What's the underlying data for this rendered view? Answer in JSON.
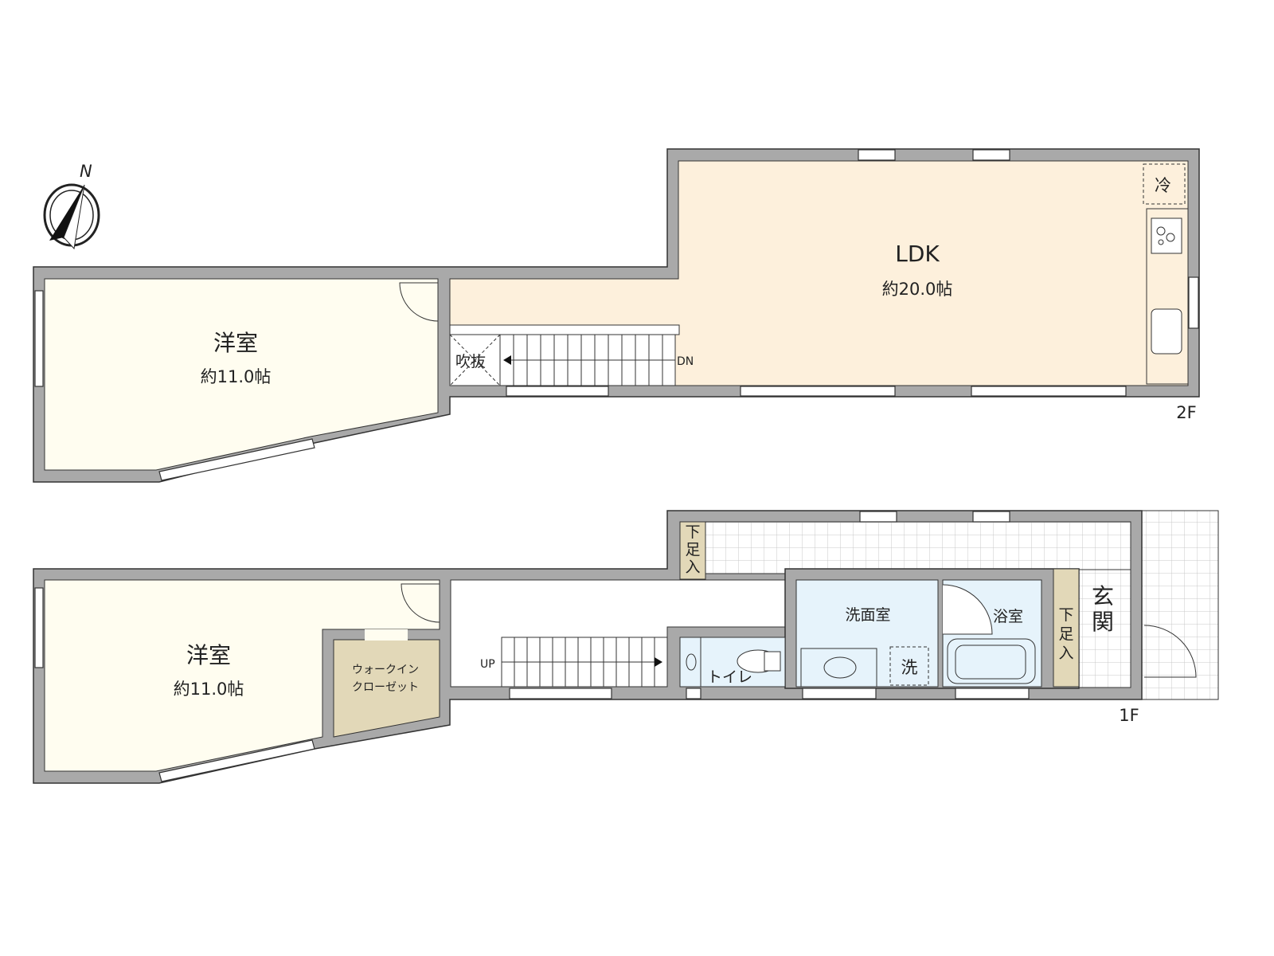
{
  "compass": {
    "label": "N"
  },
  "floor2": {
    "floor_label": "2F",
    "western_room": {
      "name": "洋室",
      "size": "約11.0帖"
    },
    "ldk": {
      "name": "LDK",
      "size": "約20.0帖"
    },
    "void": "吹抜",
    "stairs_label": "DN",
    "fridge": "冷"
  },
  "floor1": {
    "floor_label": "1F",
    "western_room": {
      "name": "洋室",
      "size": "約11.0帖"
    },
    "walk_in_closet": [
      "ウォークイン",
      "クローゼット"
    ],
    "stairs_label": "UP",
    "toilet": "トイレ",
    "washroom": "洗面室",
    "washer": "洗",
    "bathroom": "浴室",
    "shoe_storage_1": [
      "下",
      "足",
      "入"
    ],
    "shoe_storage_2": [
      "下",
      "足",
      "入"
    ],
    "entrance": [
      "玄",
      "関"
    ]
  },
  "colors": {
    "wall": "#a9a9a9",
    "western_room": "#fffdf0",
    "ldk": "#fdf0dc",
    "wet_area": "#e6f3fb",
    "storage": "#e2d8b8",
    "tile_line": "#c8c8c8"
  }
}
